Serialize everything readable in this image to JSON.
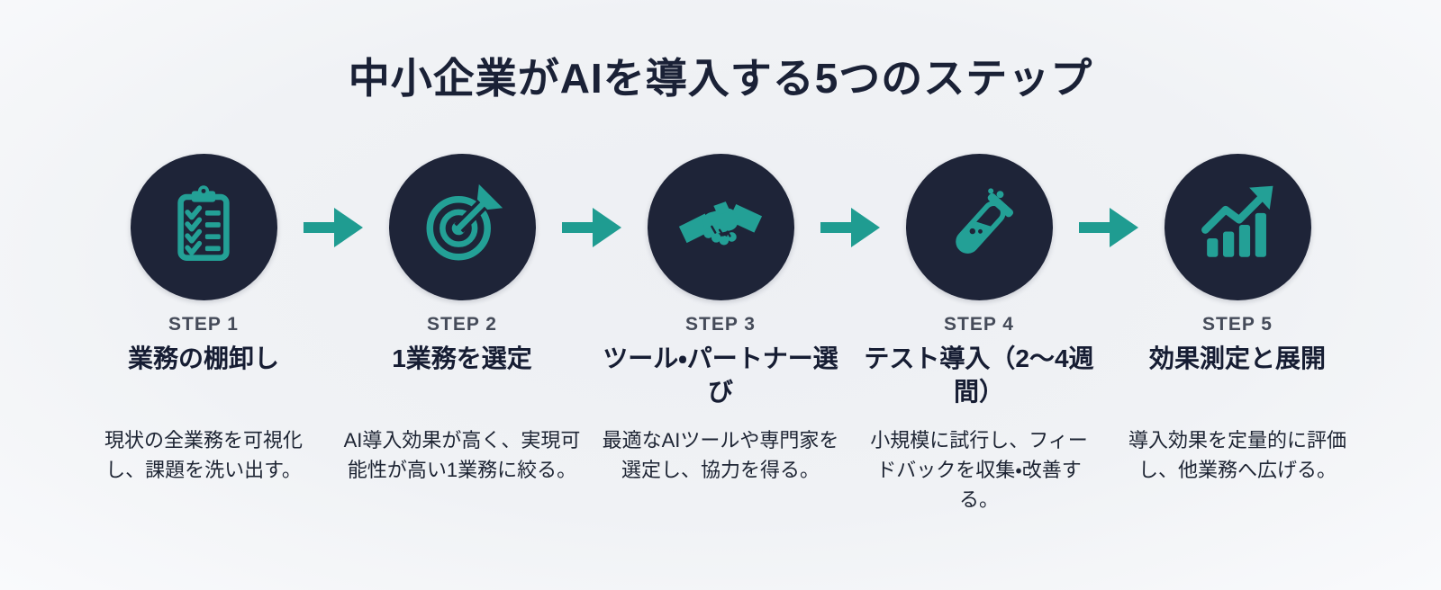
{
  "page": {
    "title": "中小企業がAIを導入する5つのステップ",
    "background_color": "#f0f2f5",
    "circle_color": "#1e2438",
    "accent_teal": "#219c91",
    "title_color": "#1a2136",
    "step_label_color": "#454b59"
  },
  "steps": [
    {
      "label": "STEP 1",
      "title": "業務の棚卸し",
      "description": "現状の全業務を可視化し、課題を洗い出す。",
      "icon": "clipboard-checklist-icon"
    },
    {
      "label": "STEP 2",
      "title": "1業務を選定",
      "description": "AI導入効果が高く、実現可能性が高い1業務に絞る。",
      "icon": "target-dart-icon"
    },
    {
      "label": "STEP 3",
      "title": "ツール・パートナー選び",
      "description": "最適なAIツールや専門家を選定し、協力を得る。",
      "icon": "handshake-icon"
    },
    {
      "label": "STEP 4",
      "title": "テスト導入（2〜4週間）",
      "description": "小規模に試行し、フィードバックを収集・改善する。",
      "icon": "test-tube-icon"
    },
    {
      "label": "STEP 5",
      "title": "効果測定と展開",
      "description": "導入効果を定量的に評価し、他業務へ広げる。",
      "icon": "growth-chart-icon"
    }
  ]
}
